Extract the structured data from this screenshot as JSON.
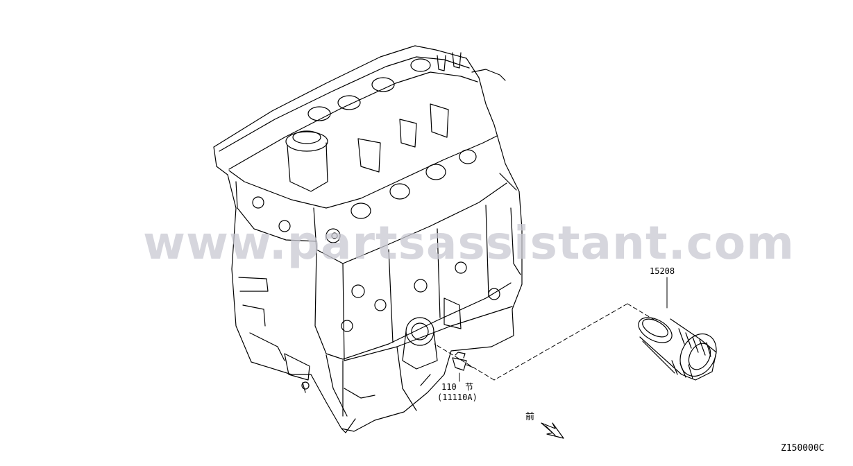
{
  "callouts": {
    "oil_filter": "15208",
    "drain_plug_num": "110",
    "drain_plug_mark": "节",
    "drain_plug_ref": "(11110A)",
    "front_mark": "前"
  },
  "diagram_code": "Z150000C",
  "watermark": "www.partsassistant.com",
  "colors": {
    "line": "#000000",
    "watermark": "#c9c9d2"
  }
}
